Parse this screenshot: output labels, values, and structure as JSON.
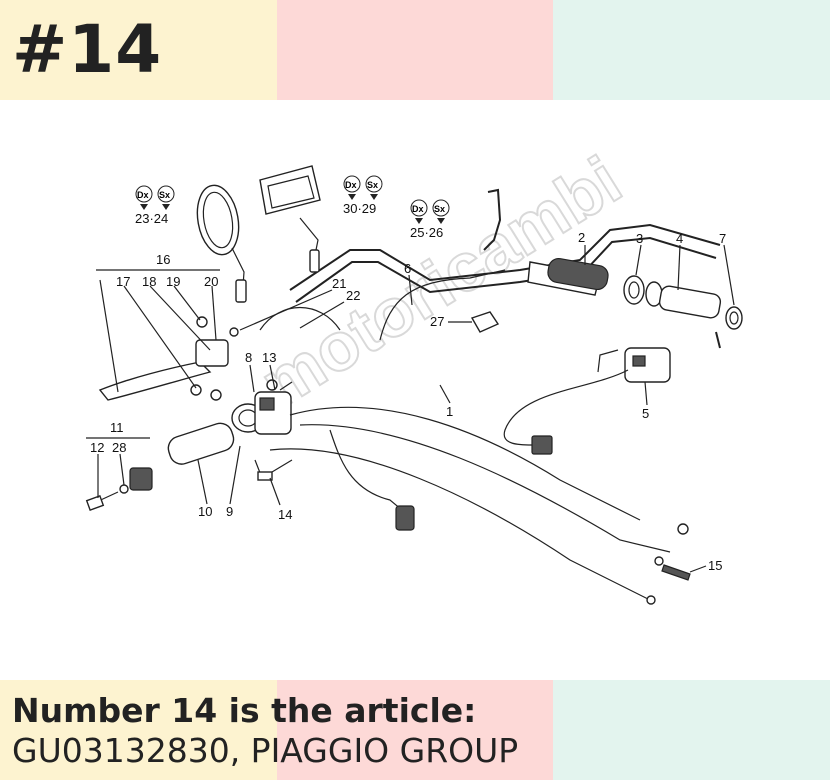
{
  "header": {
    "badge": "#14"
  },
  "caption": {
    "line1": "Number 14 is the article:",
    "line2": "GU03132830, PIAGGIO GROUP"
  },
  "watermark": {
    "text": "motoricambi"
  },
  "diagram": {
    "callouts": [
      {
        "id": "1",
        "text": "1"
      },
      {
        "id": "2",
        "text": "2"
      },
      {
        "id": "3",
        "text": "3"
      },
      {
        "id": "4",
        "text": "4"
      },
      {
        "id": "5",
        "text": "5"
      },
      {
        "id": "6",
        "text": "6"
      },
      {
        "id": "7",
        "text": "7"
      },
      {
        "id": "8",
        "text": "8"
      },
      {
        "id": "9",
        "text": "9"
      },
      {
        "id": "10",
        "text": "10"
      },
      {
        "id": "11",
        "text": "11"
      },
      {
        "id": "12",
        "text": "12"
      },
      {
        "id": "13",
        "text": "13"
      },
      {
        "id": "14",
        "text": "14"
      },
      {
        "id": "15",
        "text": "15"
      },
      {
        "id": "16",
        "text": "16"
      },
      {
        "id": "17",
        "text": "17"
      },
      {
        "id": "18",
        "text": "18"
      },
      {
        "id": "19",
        "text": "19"
      },
      {
        "id": "20",
        "text": "20"
      },
      {
        "id": "21",
        "text": "21"
      },
      {
        "id": "22",
        "text": "22"
      },
      {
        "id": "27",
        "text": "27"
      },
      {
        "id": "28",
        "text": "28"
      }
    ],
    "side_badges": {
      "dx": "Dx",
      "sx": "Sx",
      "pair_23_24": "23·24",
      "pair_30_29": "30·29",
      "pair_25_26": "25·26"
    }
  }
}
